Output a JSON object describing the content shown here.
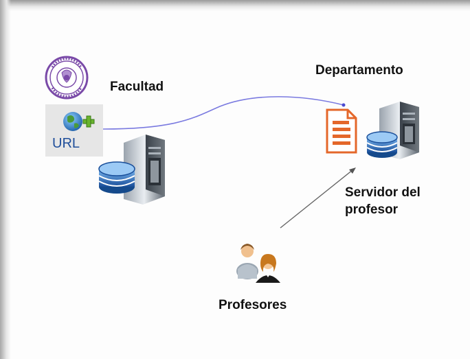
{
  "labels": {
    "facultad": "Facultad",
    "departamento": "Departamento",
    "servidor_line1": "Servidor del",
    "servidor_line2": "profesor",
    "profesores": "Profesores",
    "url": "URL"
  },
  "icons": [
    "university-seal-icon",
    "globe-plus-icon",
    "server-database-icon",
    "document-icon",
    "users-icon"
  ],
  "colors": {
    "connector": "#7a7ae0",
    "arrow": "#666666",
    "document": "#e4672a",
    "database": "#1f64b8",
    "server": "#4d5560"
  }
}
